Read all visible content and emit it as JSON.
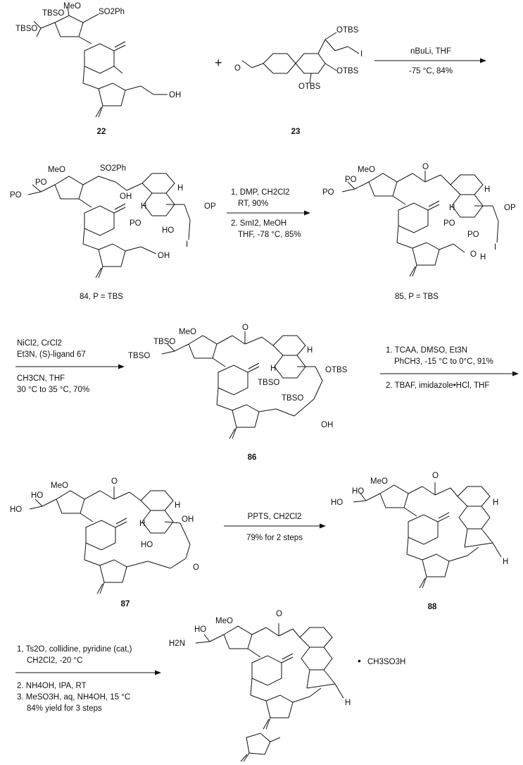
{
  "compounds": [
    {
      "id": "22",
      "label": "22",
      "groups": [
        "MeO",
        "SO2Ph",
        "TBSO",
        "TBSO",
        "OH"
      ]
    },
    {
      "id": "23",
      "label": "23",
      "groups": [
        "O",
        "OTBS",
        "OTBS",
        "OTBS",
        "I"
      ]
    },
    {
      "id": "84",
      "label": "84, P = TBS",
      "groups": [
        "SO2Ph",
        "MeO",
        "PO",
        "PO",
        "OH",
        "H",
        "H",
        "OP",
        "PO",
        "HO",
        "OH",
        "I"
      ]
    },
    {
      "id": "85",
      "label": "85, P = TBS",
      "groups": [
        "MeO",
        "PO",
        "PO",
        "O",
        "H",
        "H",
        "OP",
        "PO",
        "PO",
        "O",
        "H",
        "I"
      ]
    },
    {
      "id": "86",
      "label": "86",
      "groups": [
        "MeO",
        "TBSO",
        "TBSO",
        "O",
        "H",
        "H",
        "OTBS",
        "TBSO",
        "TBSO",
        "OH"
      ]
    },
    {
      "id": "87",
      "label": "87",
      "groups": [
        "MeO",
        "HO",
        "HO",
        "O",
        "H",
        "H",
        "OH",
        "HO",
        "O"
      ]
    },
    {
      "id": "88",
      "label": "88",
      "groups": [
        "MeO",
        "HO",
        "HO",
        "O",
        "H",
        "H"
      ]
    },
    {
      "id": "final",
      "label": "",
      "groups": [
        "MeO",
        "HO",
        "H2N",
        "O",
        "H",
        "CH3SO3H"
      ]
    }
  ],
  "plus": "+",
  "salt_dot": "•",
  "steps": [
    {
      "id": "s1",
      "lines": [
        "nBuLi, THF",
        "-75 °C, 84%"
      ]
    },
    {
      "id": "s2",
      "lines": [
        "1, DMP, CH2Cl2",
        "RT, 90%",
        "2. SmI2, MeOH",
        "THF, -78 °C, 85%"
      ]
    },
    {
      "id": "s3",
      "lines": [
        "NiCl2, CrCl2",
        "Et3N, (S)-ligand 67",
        "CH3CN, THF",
        "30 °C to 35 °C, 70%"
      ]
    },
    {
      "id": "s4",
      "lines": [
        "1. TCAA, DMSO, Et3N",
        "PhCH3, -15 °C to 0°C, 91%",
        "2. TBAF, imidazole•HCl, THF"
      ]
    },
    {
      "id": "s5",
      "lines": [
        "PPTS, CH2Cl2",
        "79% for 2 steps"
      ]
    },
    {
      "id": "s6",
      "lines": [
        "1, Ts2O, collidine, pyridine (cat,)",
        "CH2Cl2, -20 °C",
        "2. NH4OH, IPA, RT",
        "3. MeSO3H, aq, NH4OH, 15 °C",
        "84% yield for 3 steps"
      ]
    }
  ]
}
